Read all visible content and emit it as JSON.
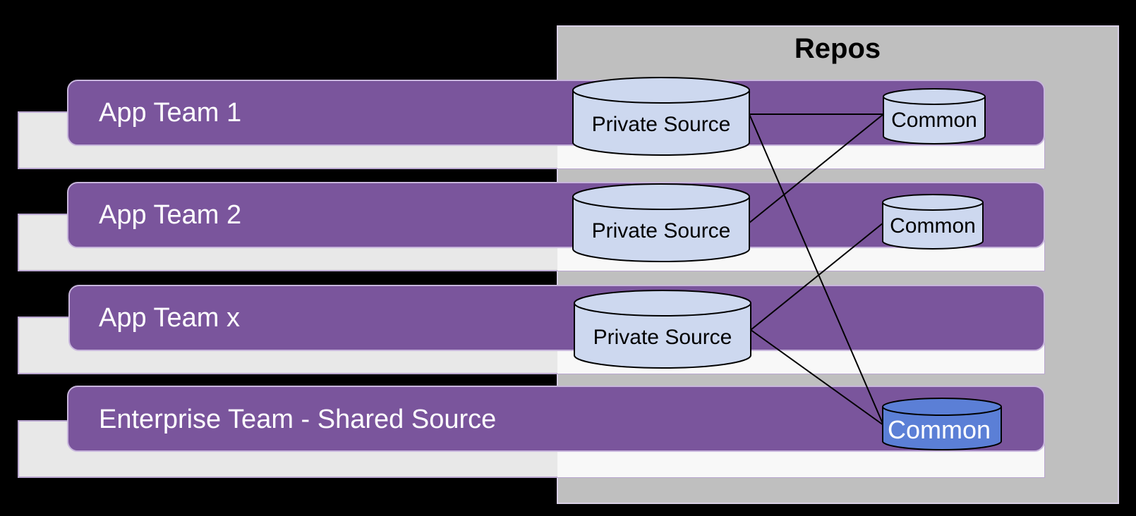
{
  "repos": {
    "title": "Repos"
  },
  "teams": [
    {
      "label": "App Team 1"
    },
    {
      "label": "App Team 2"
    },
    {
      "label": "App Team x"
    },
    {
      "label": "Enterprise Team - Shared Source"
    }
  ],
  "repositories": {
    "private_label": "Private Source",
    "common_label": "Common"
  },
  "colors": {
    "background": "#000000",
    "repos_panel": "#bfbfbf",
    "team_bar": "#7a559c",
    "team_shadow": "#e8e8e8",
    "cylinder_fill": "#cdd8ef",
    "shared_cylinder_fill": "#5b7fd6"
  },
  "connections": [
    {
      "from": "Private Source (App Team 1)",
      "to": "Common (App Team 1)"
    },
    {
      "from": "Private Source (App Team 1)",
      "to": "Common (Enterprise Team)"
    },
    {
      "from": "Private Source (App Team 2)",
      "to": "Common (App Team 1)"
    },
    {
      "from": "Private Source (App Team x)",
      "to": "Common (App Team 2)"
    },
    {
      "from": "Private Source (App Team x)",
      "to": "Common (Enterprise Team)"
    }
  ]
}
